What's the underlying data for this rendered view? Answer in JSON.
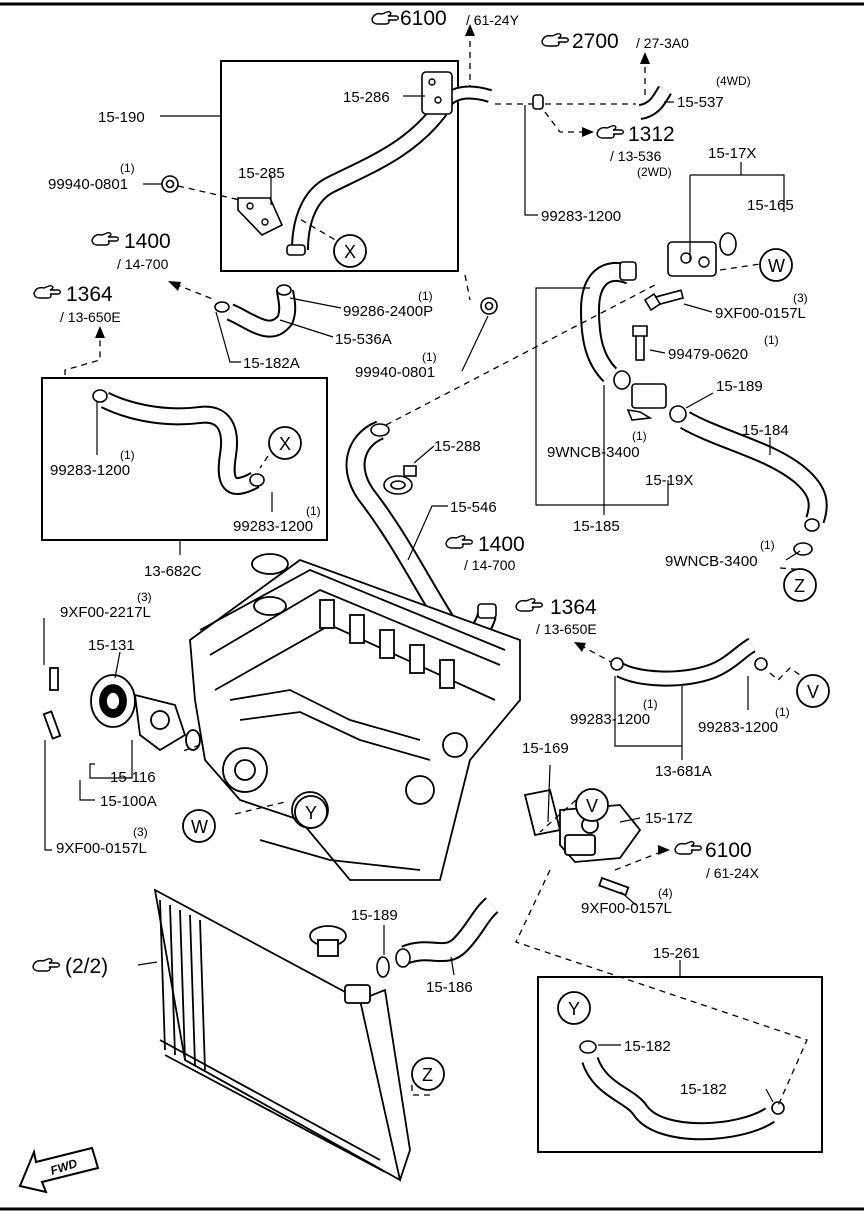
{
  "labels": {
    "ref_6100_top": "6100",
    "ref_6100_top_sub": "/ 61-24Y",
    "ref_2700": "2700",
    "ref_2700_sub": "/ 27-3A0",
    "ref_1312": "1312",
    "ref_1312_sub": "/ 13-536",
    "ref_1400_a": "1400",
    "ref_1400_a_sub": "/ 14-700",
    "ref_1364_a": "1364",
    "ref_1364_a_sub": "/ 13-650E",
    "ref_1400_b": "1400",
    "ref_1400_b_sub": "/ 14-700",
    "ref_1364_b": "1364",
    "ref_1364_b_sub": "/ 13-650E",
    "ref_6100_b": "6100",
    "ref_6100_b_sub": "/ 61-24X",
    "ref_22": "(2/2)",
    "p_15_190": "15-190",
    "p_15_286": "15-286",
    "p_15_285": "15-285",
    "p_99940_a_qty": "(1)",
    "p_99940_a": "99940-0801",
    "p_4wd": "(4WD)",
    "p_15_537": "15-537",
    "p_2wd": "(2WD)",
    "p_15_17x": "15-17X",
    "p_15_165": "15-165",
    "p_99283_a": "99283-1200",
    "p_99286_qty": "(1)",
    "p_99286": "99286-2400P",
    "p_15_536a": "15-536A",
    "p_15_182a": "15-182A",
    "p_99940_b_qty": "(1)",
    "p_99940_b": "99940-0801",
    "p_9xf_a_qty": "(3)",
    "p_9xf_a": "9XF00-0157L",
    "p_99479_qty": "(1)",
    "p_99479": "99479-0620",
    "p_15_189_a": "15-189",
    "p_15_184": "15-184",
    "p_wncb_a_qty": "(1)",
    "p_wncb_a": "9WNCB-3400",
    "p_15_19x": "15-19X",
    "p_15_185": "15-185",
    "p_wncb_b_qty": "(1)",
    "p_wncb_b": "9WNCB-3400",
    "p_15_288": "15-288",
    "p_15_546": "15-546",
    "p_99283_b_qty": "(1)",
    "p_99283_b": "99283-1200",
    "p_99283_c_qty": "(1)",
    "p_99283_c": "99283-1200",
    "p_13_682c": "13-682C",
    "p_9xf_2217_qty": "(3)",
    "p_9xf_2217": "9XF00-2217L",
    "p_15_131": "15-131",
    "p_15_116": "15-116",
    "p_15_100a": "15-100A",
    "p_9xf_b_qty": "(3)",
    "p_9xf_b": "9XF00-0157L",
    "p_99283_d_qty": "(1)",
    "p_99283_d": "99283-1200",
    "p_99283_e_qty": "(1)",
    "p_99283_e": "99283-1200",
    "p_13_681a": "13-681A",
    "p_15_169": "15-169",
    "p_15_17z": "15-17Z",
    "p_9xf_c_qty": "(4)",
    "p_9xf_c": "9XF00-0157L",
    "p_15_189_b": "15-189",
    "p_15_186": "15-186",
    "p_15_261": "15-261",
    "p_15_182_a": "15-182",
    "p_15_182_b": "15-182",
    "c_x": "X",
    "c_w": "W",
    "c_v": "V",
    "c_y": "Y",
    "c_z": "Z",
    "fwd": "FWD"
  }
}
